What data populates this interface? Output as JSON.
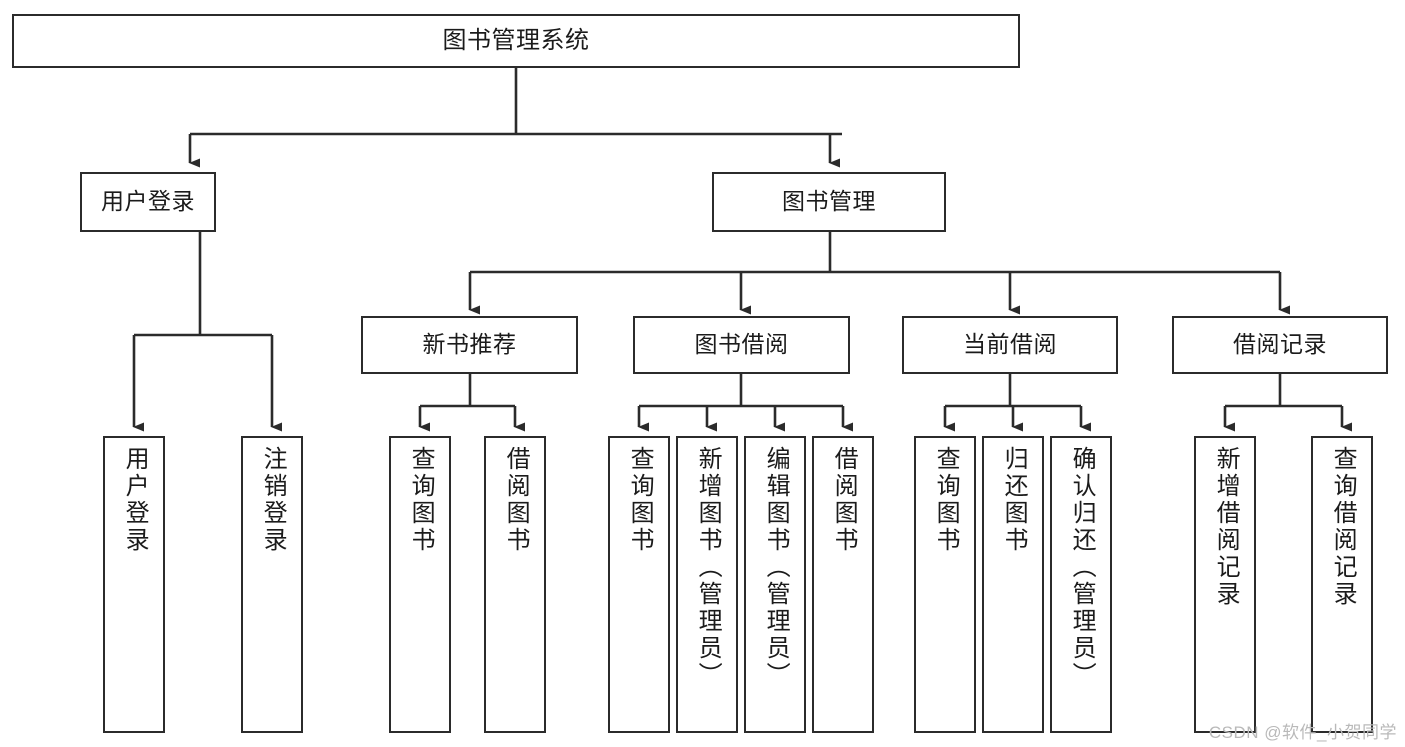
{
  "diagram": {
    "type": "tree",
    "title": "图书管理系统",
    "watermark": "CSDN @软件_小贺同学",
    "edge_color": "#2b2b2b",
    "node_border_color": "#2b2b2b",
    "node_fill_color": "#ffffff",
    "text_color": "#1b1b1b",
    "nodes": {
      "root": {
        "label": "图书管理系统"
      },
      "level1": [
        {
          "id": "user-login",
          "label": "用户登录"
        },
        {
          "id": "book-manage",
          "label": "图书管理"
        }
      ],
      "level2": [
        {
          "id": "new-book-rec",
          "label": "新书推荐"
        },
        {
          "id": "book-borrow",
          "label": "图书借阅"
        },
        {
          "id": "current-borrow",
          "label": "当前借阅"
        },
        {
          "id": "borrow-record",
          "label": "借阅记录"
        }
      ],
      "leaves": {
        "user_login": [
          {
            "id": "leaf-user-login",
            "label": "用户登录"
          },
          {
            "id": "leaf-logout",
            "label": "注销登录"
          }
        ],
        "new_book_rec": [
          {
            "id": "leaf-query-book-1",
            "label": "查询图书"
          },
          {
            "id": "leaf-borrow-book-1",
            "label": "借阅图书"
          }
        ],
        "book_borrow": [
          {
            "id": "leaf-query-book-2",
            "label": "查询图书"
          },
          {
            "id": "leaf-add-book",
            "label": "新增图书（管理员）"
          },
          {
            "id": "leaf-edit-book",
            "label": "编辑图书（管理员）"
          },
          {
            "id": "leaf-borrow-book-2",
            "label": "借阅图书"
          }
        ],
        "current_borrow": [
          {
            "id": "leaf-query-book-3",
            "label": "查询图书"
          },
          {
            "id": "leaf-return-book",
            "label": "归还图书"
          },
          {
            "id": "leaf-confirm-return",
            "label": "确认归还（管理员）"
          }
        ],
        "borrow_record": [
          {
            "id": "leaf-add-record",
            "label": "新增借阅记录"
          },
          {
            "id": "leaf-query-record",
            "label": "查询借阅记录"
          }
        ]
      }
    }
  }
}
